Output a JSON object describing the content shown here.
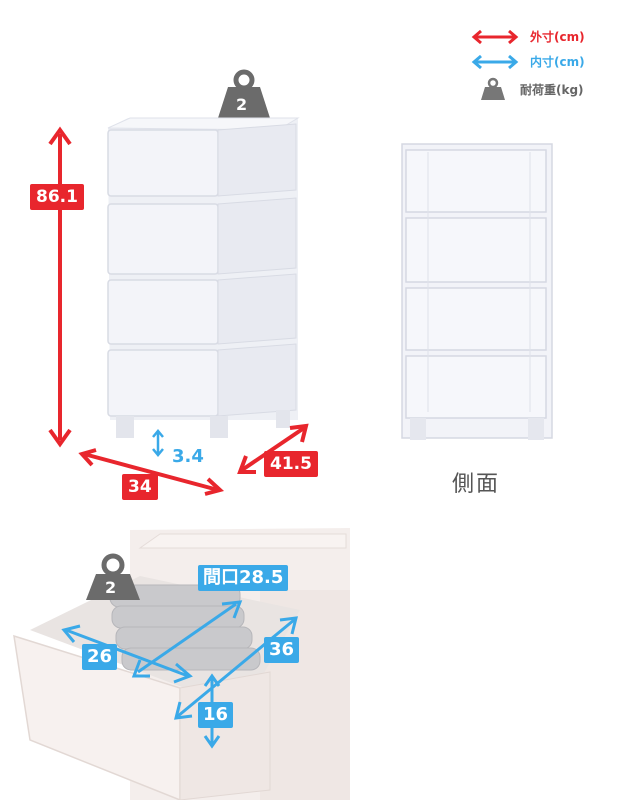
{
  "legend": {
    "outer": {
      "label": "外寸(cm)",
      "color": "#e8262d"
    },
    "inner": {
      "label": "内寸(cm)",
      "color": "#3aa9e8"
    },
    "load": {
      "label": "耐荷重(kg)",
      "color": "#666666"
    }
  },
  "main": {
    "load_weight": "2",
    "height": "86.1",
    "leg_height": "3.4",
    "width": "34",
    "depth": "41.5"
  },
  "side_view": {
    "label": "側面"
  },
  "drawer": {
    "load_weight": "2",
    "opening": "間口28.5",
    "width": "26",
    "depth": "36",
    "height": "16"
  }
}
